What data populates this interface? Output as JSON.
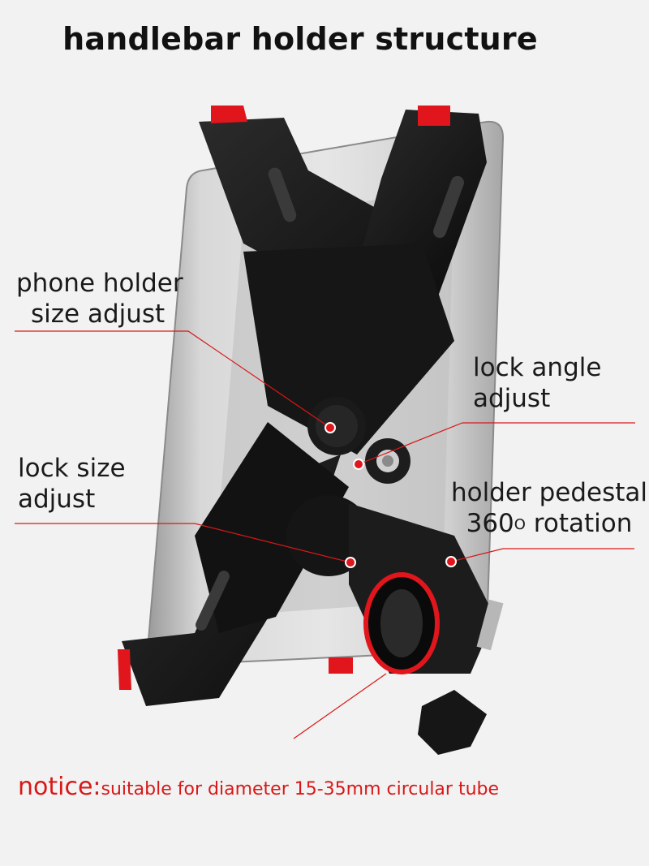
{
  "title": "handlebar holder structure",
  "callouts": {
    "phone_holder": {
      "line1": "phone holder",
      "line2": "size adjust"
    },
    "lock_angle": {
      "line1": "lock angle",
      "line2": "adjust"
    },
    "lock_size": {
      "line1": "lock size",
      "line2": "adjust"
    },
    "pedestal": {
      "line1": "holder pedestal",
      "line2_num": "360",
      "line2_deg": "O",
      "line2_rest": " rotation"
    }
  },
  "notice": {
    "label": "notice:",
    "text": "suitable for diameter 15-35mm circular tube"
  },
  "colors": {
    "accent_red": "#e0161c",
    "background": "#f2f2f2",
    "holder_black": "#141414",
    "phone_silver": "#c9c9c9"
  }
}
